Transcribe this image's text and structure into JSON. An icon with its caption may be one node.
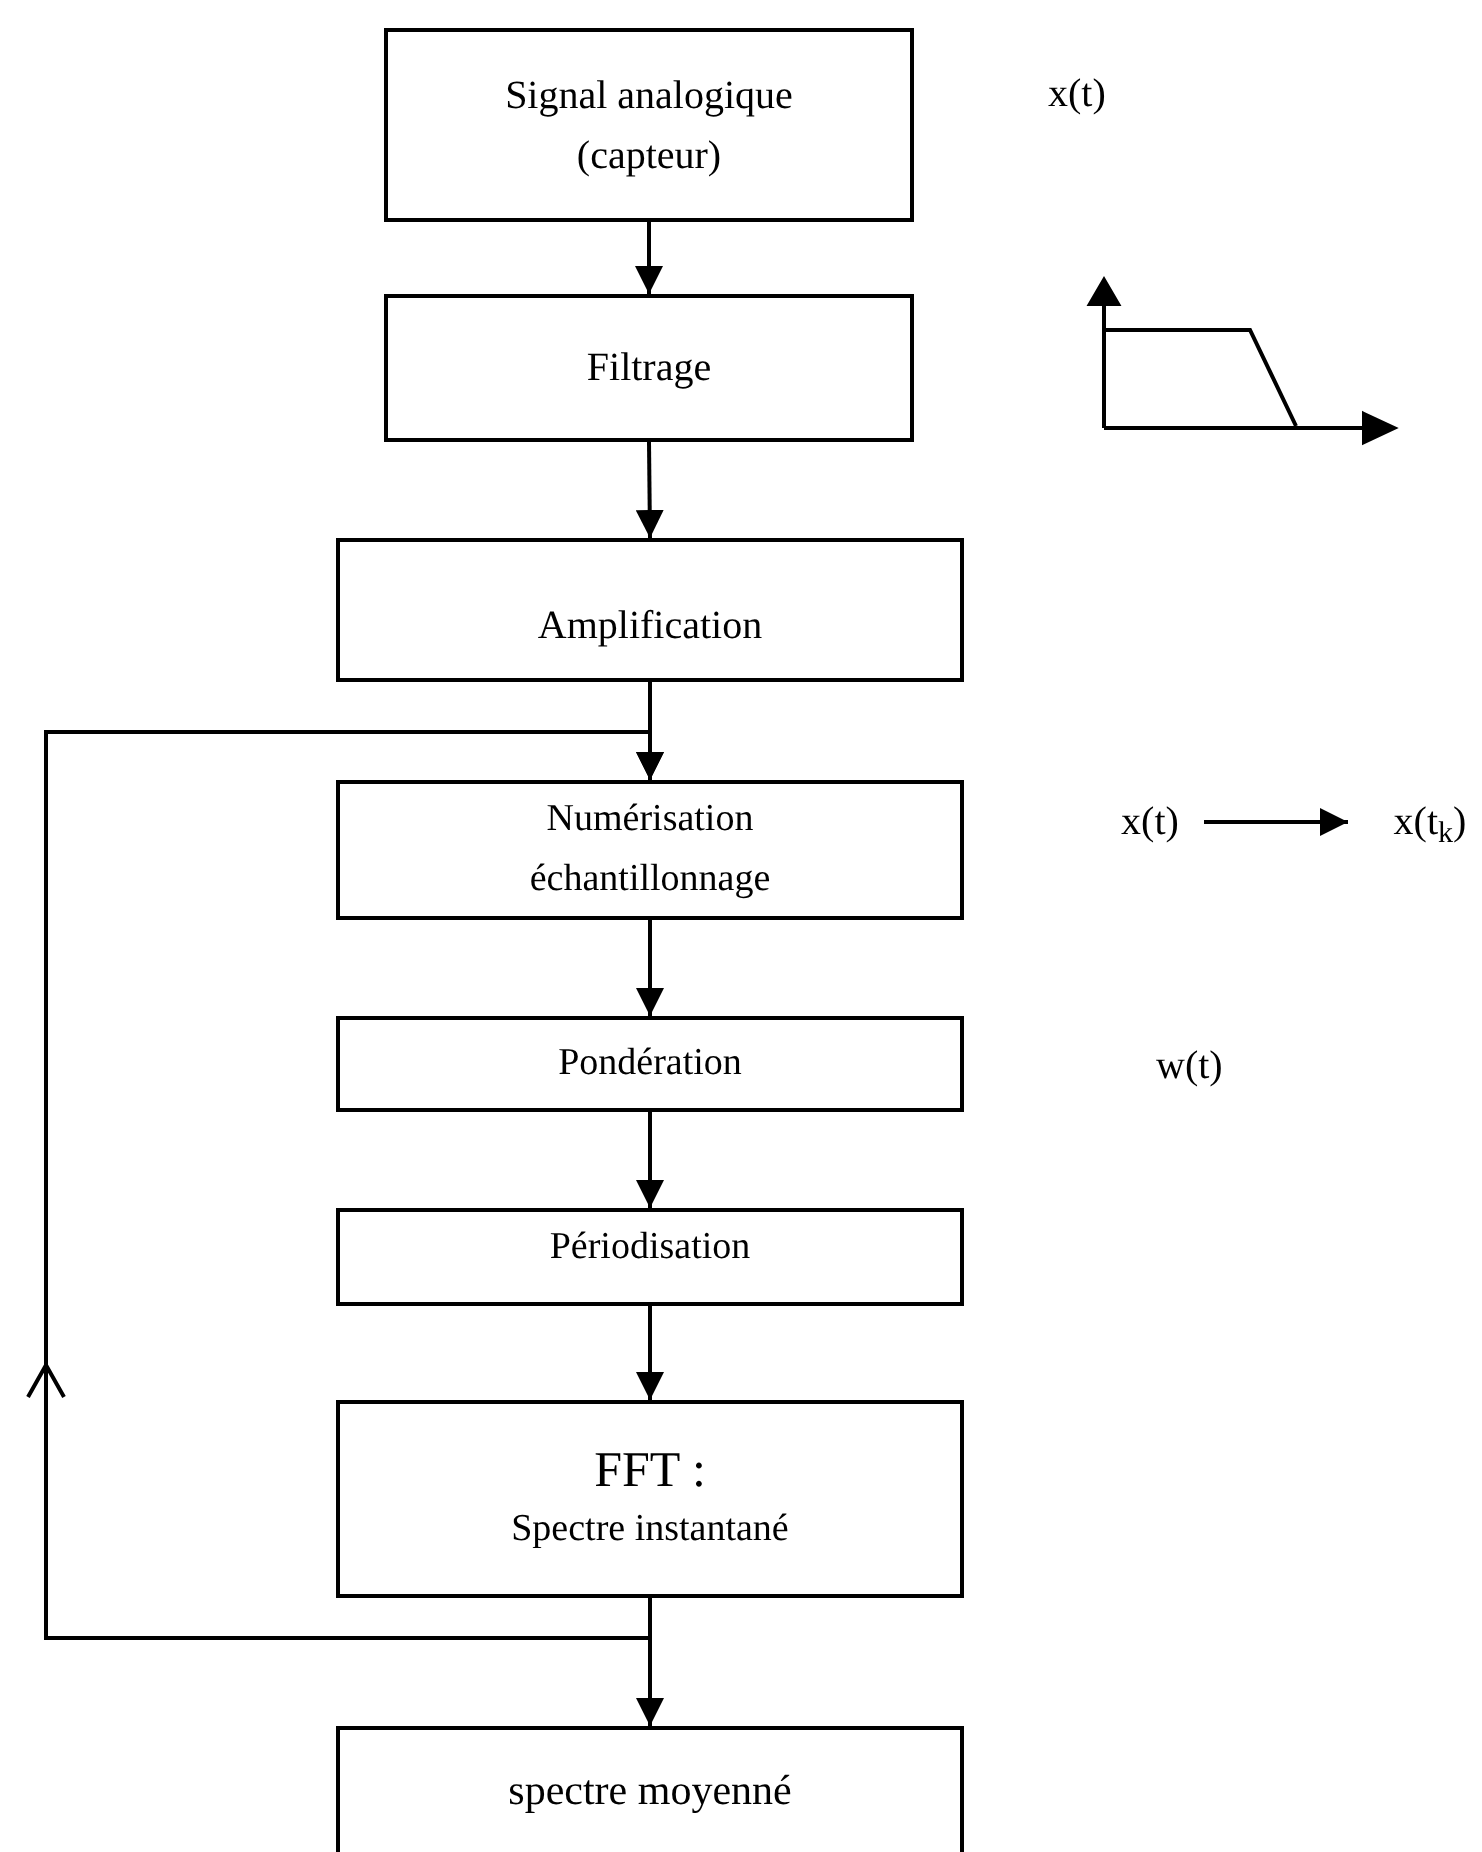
{
  "diagram": {
    "nodes": [
      {
        "text": [
          "Signal analogique (capteur)"
        ]
      },
      {
        "text": [
          "Filtrage"
        ]
      },
      {
        "text": [
          "Amplification"
        ]
      },
      {
        "text": [
          "Numérisation échantillonnage"
        ]
      },
      {
        "text": [
          "Pondération"
        ]
      },
      {
        "text": [
          "Périodisation"
        ]
      },
      {
        "text": [
          "FFT :",
          "Spectre instantané"
        ]
      },
      {
        "text": [
          "spectre moyenné"
        ]
      },
      {
        "text": [
          "x(t)"
        ]
      },
      {
        "text": [
          "x(t$_{k}$)"
        ]
      }
    ],
    "edges": [
      {
        "from": 0,
        "to": 1,
        "arrow": "to"
      },
      {
        "from": 1,
        "to": 2,
        "arrow": "to"
      },
      {
        "from": 2,
        "to": 3,
        "arrow": "to"
      },
      {
        "from": 3,
        "to": 4,
        "arrow": "to"
      },
      {
        "from": 4,
        "to": 5,
        "arrow": "to"
      },
      {
        "from": 5,
        "to": 6,
        "arrow": "to"
      },
      {
        "from": 6,
        "to": 7,
        "arrow": "to"
      },
      {
        "from": 6,
        "to": 3,
        "arrow": "to"
      },
      {
        "from": 8,
        "to": 9,
        "arrow": "to"
      }
    ],
    "labels": [
      "x(t)",
      "w(t)"
    ]
  }
}
